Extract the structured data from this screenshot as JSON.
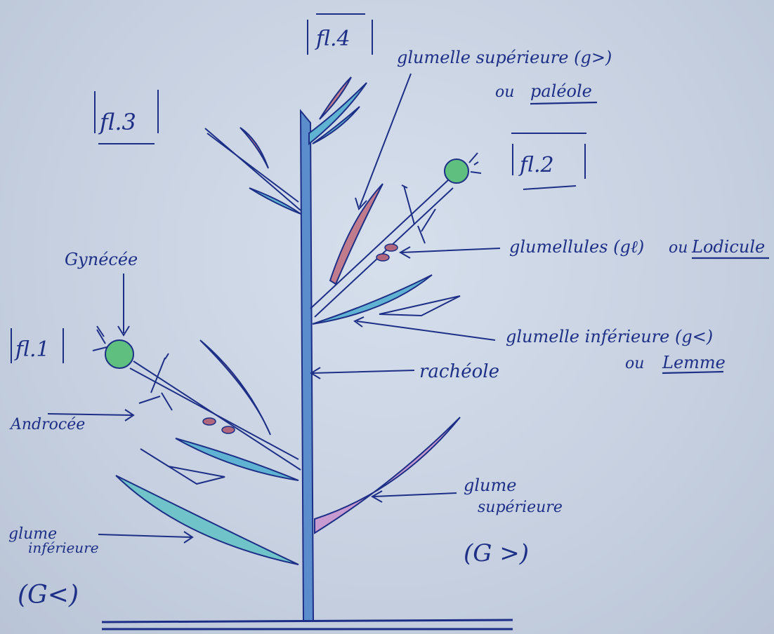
{
  "flowers": {
    "fl1": "fl.1",
    "fl2": "fl.2",
    "fl3": "fl.3",
    "fl4": "fl.4"
  },
  "labels": {
    "gynecee": "Gynécée",
    "androcee": "Androcée",
    "glumelle_sup_1": "glumelle supérieure (g>)",
    "glumelle_sup_2": "ou",
    "glumelle_sup_3": "paléole",
    "glumellules_1": "glumellules (gℓ)",
    "glumellules_2": "ou",
    "glumellules_3": "Lodicule",
    "glumelle_inf_1": "glumelle inférieure (g<)",
    "glumelle_inf_2": "ou",
    "glumelle_inf_3": "Lemme",
    "rachéole": "rachéole",
    "glume_sup_1": "glume",
    "glume_sup_2": "supérieure",
    "glume_sup_3": "(G >)",
    "glume_inf_1": "glume",
    "glume_inf_2": "inférieure",
    "glume_inf_3": "(G<)"
  },
  "colors": {
    "ink": "#1d2f86",
    "axis": "#4a7fc4",
    "teal": "#5fb5c8",
    "pink": "#b0677e",
    "violet": "#9b6ab5",
    "green": "#5fbf7e"
  }
}
